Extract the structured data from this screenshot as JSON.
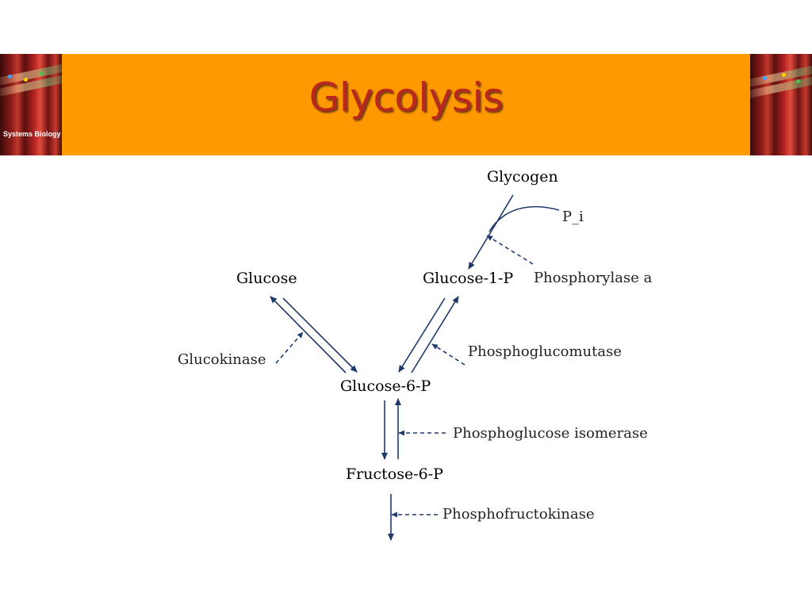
{
  "slide": {
    "title": "Glycolysis",
    "logo_caption": "Systems Biology"
  },
  "metabolites": {
    "glycogen": "Glycogen",
    "glucose": "Glucose",
    "glucose_1_p": "Glucose-1-P",
    "glucose_6_p": "Glucose-6-P",
    "fructose_6_p": "Fructose-6-P",
    "p_i": "P_i"
  },
  "enzymes": {
    "phosphorylase": "Phosphorylase a",
    "glucokinase": "Glucokinase",
    "phosphoglucomutase": "Phosphoglucomutase",
    "isomerase": "Phosphoglucose isomerase",
    "phosphofructokinase": "Phosphofructokinase"
  },
  "colors": {
    "banner": "#ff9900",
    "title": "#b8281e",
    "arrow": "#1f3a6a"
  }
}
